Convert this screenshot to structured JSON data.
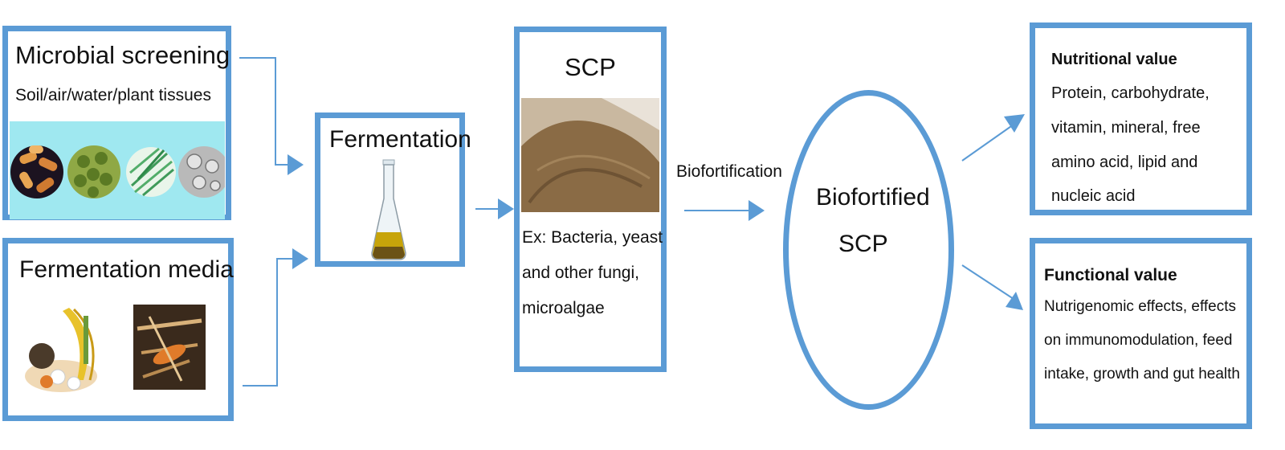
{
  "microbial": {
    "title": "Microbial screening",
    "subtitle": "Soil/air/water/plant tissues",
    "images": [
      "bacteria-image",
      "algae-cells-image",
      "filamentous-microbe-image",
      "yeast-cells-image"
    ]
  },
  "media": {
    "title": "Fermentation media",
    "images": [
      "food-waste-image",
      "agro-residue-image"
    ]
  },
  "fermentation": {
    "title": "Fermentation",
    "image": "erlenmeyer-flask-icon"
  },
  "scp": {
    "title": "SCP",
    "image": "scp-powder-image",
    "examples": [
      "Ex: Bacteria, yeast",
      "and other fungi,",
      "microalgae"
    ]
  },
  "arrow_label": "Biofortification",
  "biofortified": {
    "lines": [
      "Biofortified",
      "SCP"
    ]
  },
  "nutritional": {
    "title": "Nutritional value",
    "lines": [
      "Protein, carbohydrate,",
      "vitamin, mineral, free",
      "amino acid, lipid and",
      "nucleic acid"
    ]
  },
  "functional": {
    "title": "Functional value",
    "lines": [
      "Nutrigenomic effects, effects",
      "on immunomodulation, feed",
      "intake, growth and gut health"
    ]
  },
  "colors": {
    "accent": "#5b9bd5",
    "image_band": "#9fe8f0",
    "powder": "#8a6b45",
    "flask_liquid": "#c7a40a"
  }
}
